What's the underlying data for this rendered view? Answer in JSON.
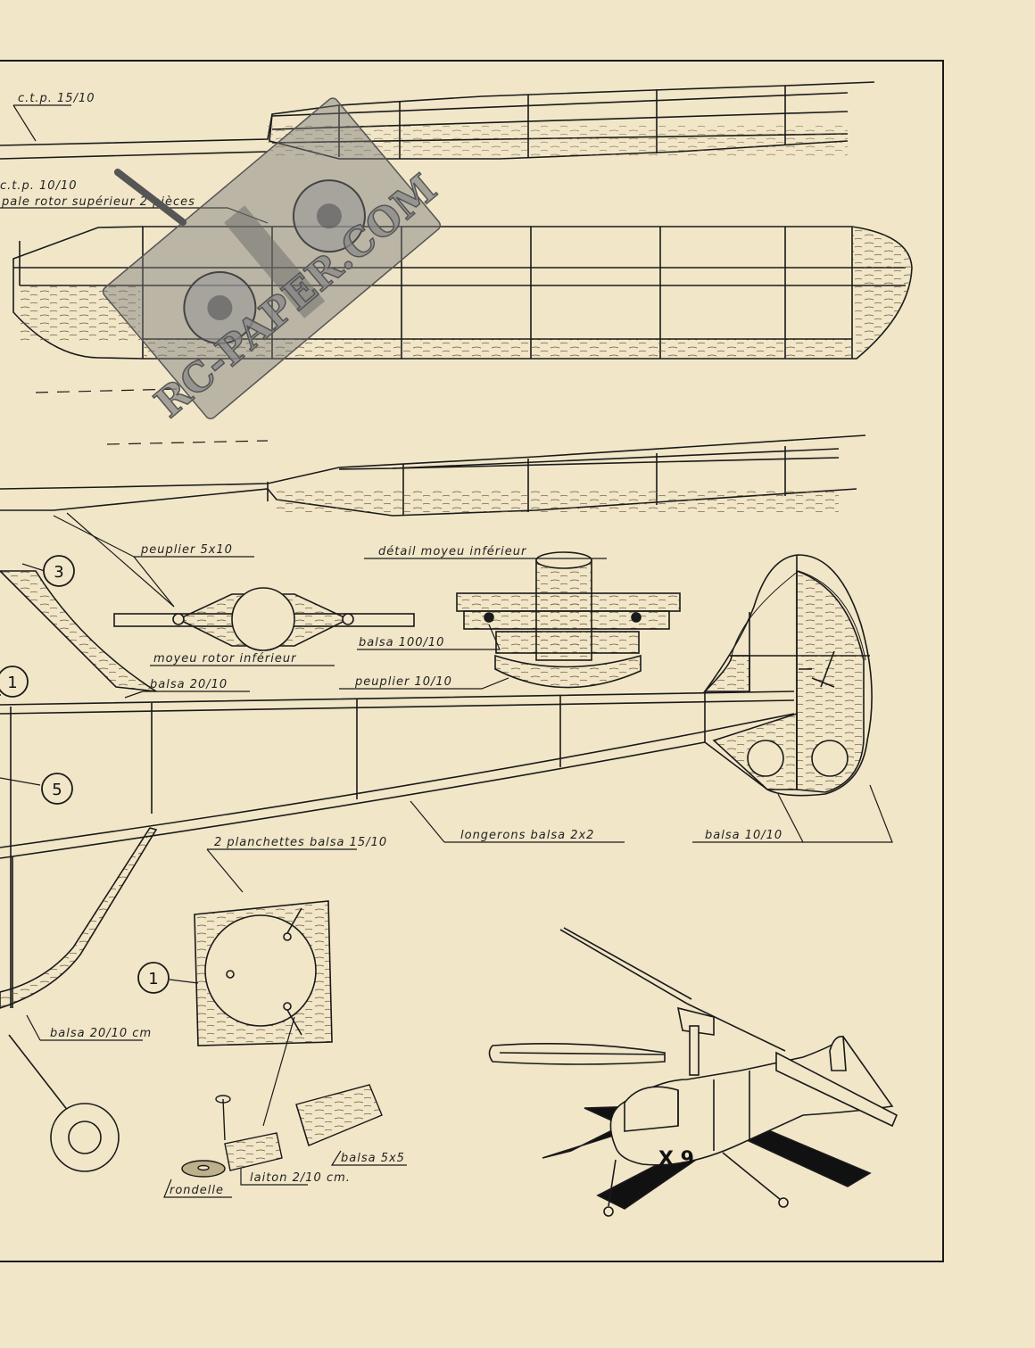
{
  "labels": {
    "ctp_15": "c.t.p. 15/10",
    "ctp_10": "c.t.p. 10/10",
    "pale": "pale rotor supérieur 2 pièces",
    "peuplier_5x10": "peuplier 5x10",
    "detail_moyeu": "détail moyeu inférieur",
    "moyeu_rotor": "moyeu rotor inférieur",
    "balsa_100": "balsa 100/10",
    "balsa_20": "balsa 20/10",
    "peuplier_10": "peuplier 10/10",
    "longerons": "longerons balsa 2x2",
    "balsa_10": "balsa 10/10",
    "planchettes": "2 planchettes balsa 15/10",
    "balsa_20cm": "balsa 20/10 cm",
    "balsa_5x5": "balsa 5x5",
    "rondelle": "rondelle",
    "laiton": "laiton 2/10 cm."
  },
  "callouts": {
    "c3": "3",
    "c1a": "1",
    "c5": "5",
    "c1b": "1"
  },
  "model_marking": "X 9",
  "watermark": "RC-PAPER.COM",
  "colors": {
    "paper": "#f1e6c8",
    "ink": "#1a1a1a",
    "wood": "#d9c9a0",
    "watermark": "#8a8a8a"
  }
}
